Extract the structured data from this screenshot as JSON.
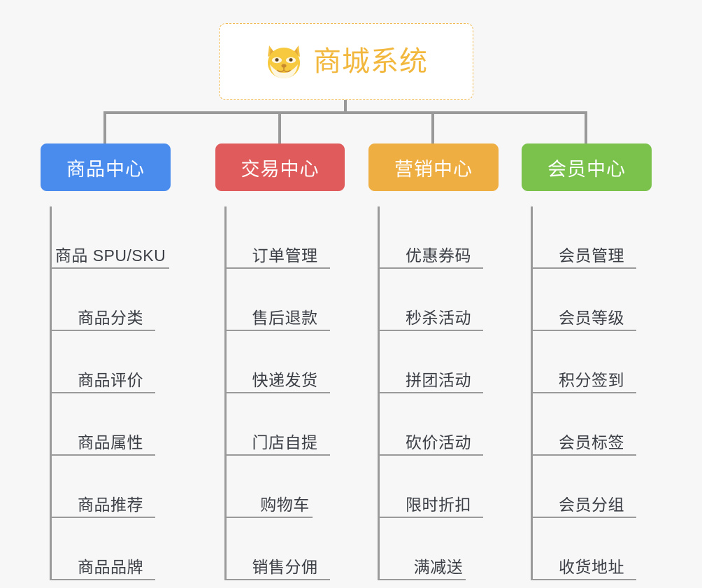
{
  "root": {
    "title": "商城系统",
    "icon": "shiba-dog-emoji",
    "accent_color": "#f2b73d",
    "border_color": "#f0b952"
  },
  "connector_color": "#999999",
  "background_color": "#f7f7f7",
  "columns": [
    {
      "id": "product-center",
      "header": "商品中心",
      "color": "#4a8cee",
      "color_name": "blue",
      "items": [
        {
          "label": "商品 SPU/SKU",
          "w": "l"
        },
        {
          "label": "商品分类",
          "w": "m"
        },
        {
          "label": "商品评价",
          "w": "m"
        },
        {
          "label": "商品属性",
          "w": "m"
        },
        {
          "label": "商品推荐",
          "w": "m"
        },
        {
          "label": "商品品牌",
          "w": "m"
        }
      ]
    },
    {
      "id": "trade-center",
      "header": "交易中心",
      "color": "#e05c5c",
      "color_name": "red",
      "items": [
        {
          "label": "订单管理",
          "w": "m"
        },
        {
          "label": "售后退款",
          "w": "m"
        },
        {
          "label": "快递发货",
          "w": "m"
        },
        {
          "label": "门店自提",
          "w": "m"
        },
        {
          "label": "购物车",
          "w": "xs"
        },
        {
          "label": "销售分佣",
          "w": "m"
        }
      ]
    },
    {
      "id": "marketing-center",
      "header": "营销中心",
      "color": "#eeae42",
      "color_name": "orange",
      "items": [
        {
          "label": "优惠券码",
          "w": "m"
        },
        {
          "label": "秒杀活动",
          "w": "m"
        },
        {
          "label": "拼团活动",
          "w": "m"
        },
        {
          "label": "砍价活动",
          "w": "m"
        },
        {
          "label": "限时折扣",
          "w": "m"
        },
        {
          "label": "满减送",
          "w": "xs"
        }
      ]
    },
    {
      "id": "member-center",
      "header": "会员中心",
      "color": "#7bc24d",
      "color_name": "green",
      "items": [
        {
          "label": "会员管理",
          "w": "m"
        },
        {
          "label": "会员等级",
          "w": "m"
        },
        {
          "label": "积分签到",
          "w": "m"
        },
        {
          "label": "会员标签",
          "w": "m"
        },
        {
          "label": "会员分组",
          "w": "m"
        },
        {
          "label": "收货地址",
          "w": "m"
        }
      ]
    }
  ]
}
